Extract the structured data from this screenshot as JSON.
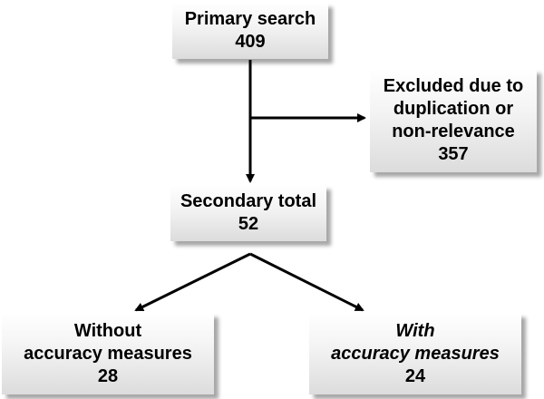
{
  "boxes": {
    "primary": {
      "label": "Primary search",
      "count": "409"
    },
    "excluded": {
      "line1": "Excluded due to",
      "line2": "duplication or",
      "line3": "non-relevance",
      "count": "357"
    },
    "secondary": {
      "label": "Secondary total",
      "count": "52"
    },
    "without": {
      "line1": "Without",
      "line2": "accuracy measures",
      "count": "28"
    },
    "with": {
      "line1": "With",
      "line2": "accuracy measures",
      "count": "24"
    }
  },
  "colors": {
    "arrow": "#000000",
    "box_top": "#ffffff",
    "box_bottom": "#dcdcdc"
  }
}
